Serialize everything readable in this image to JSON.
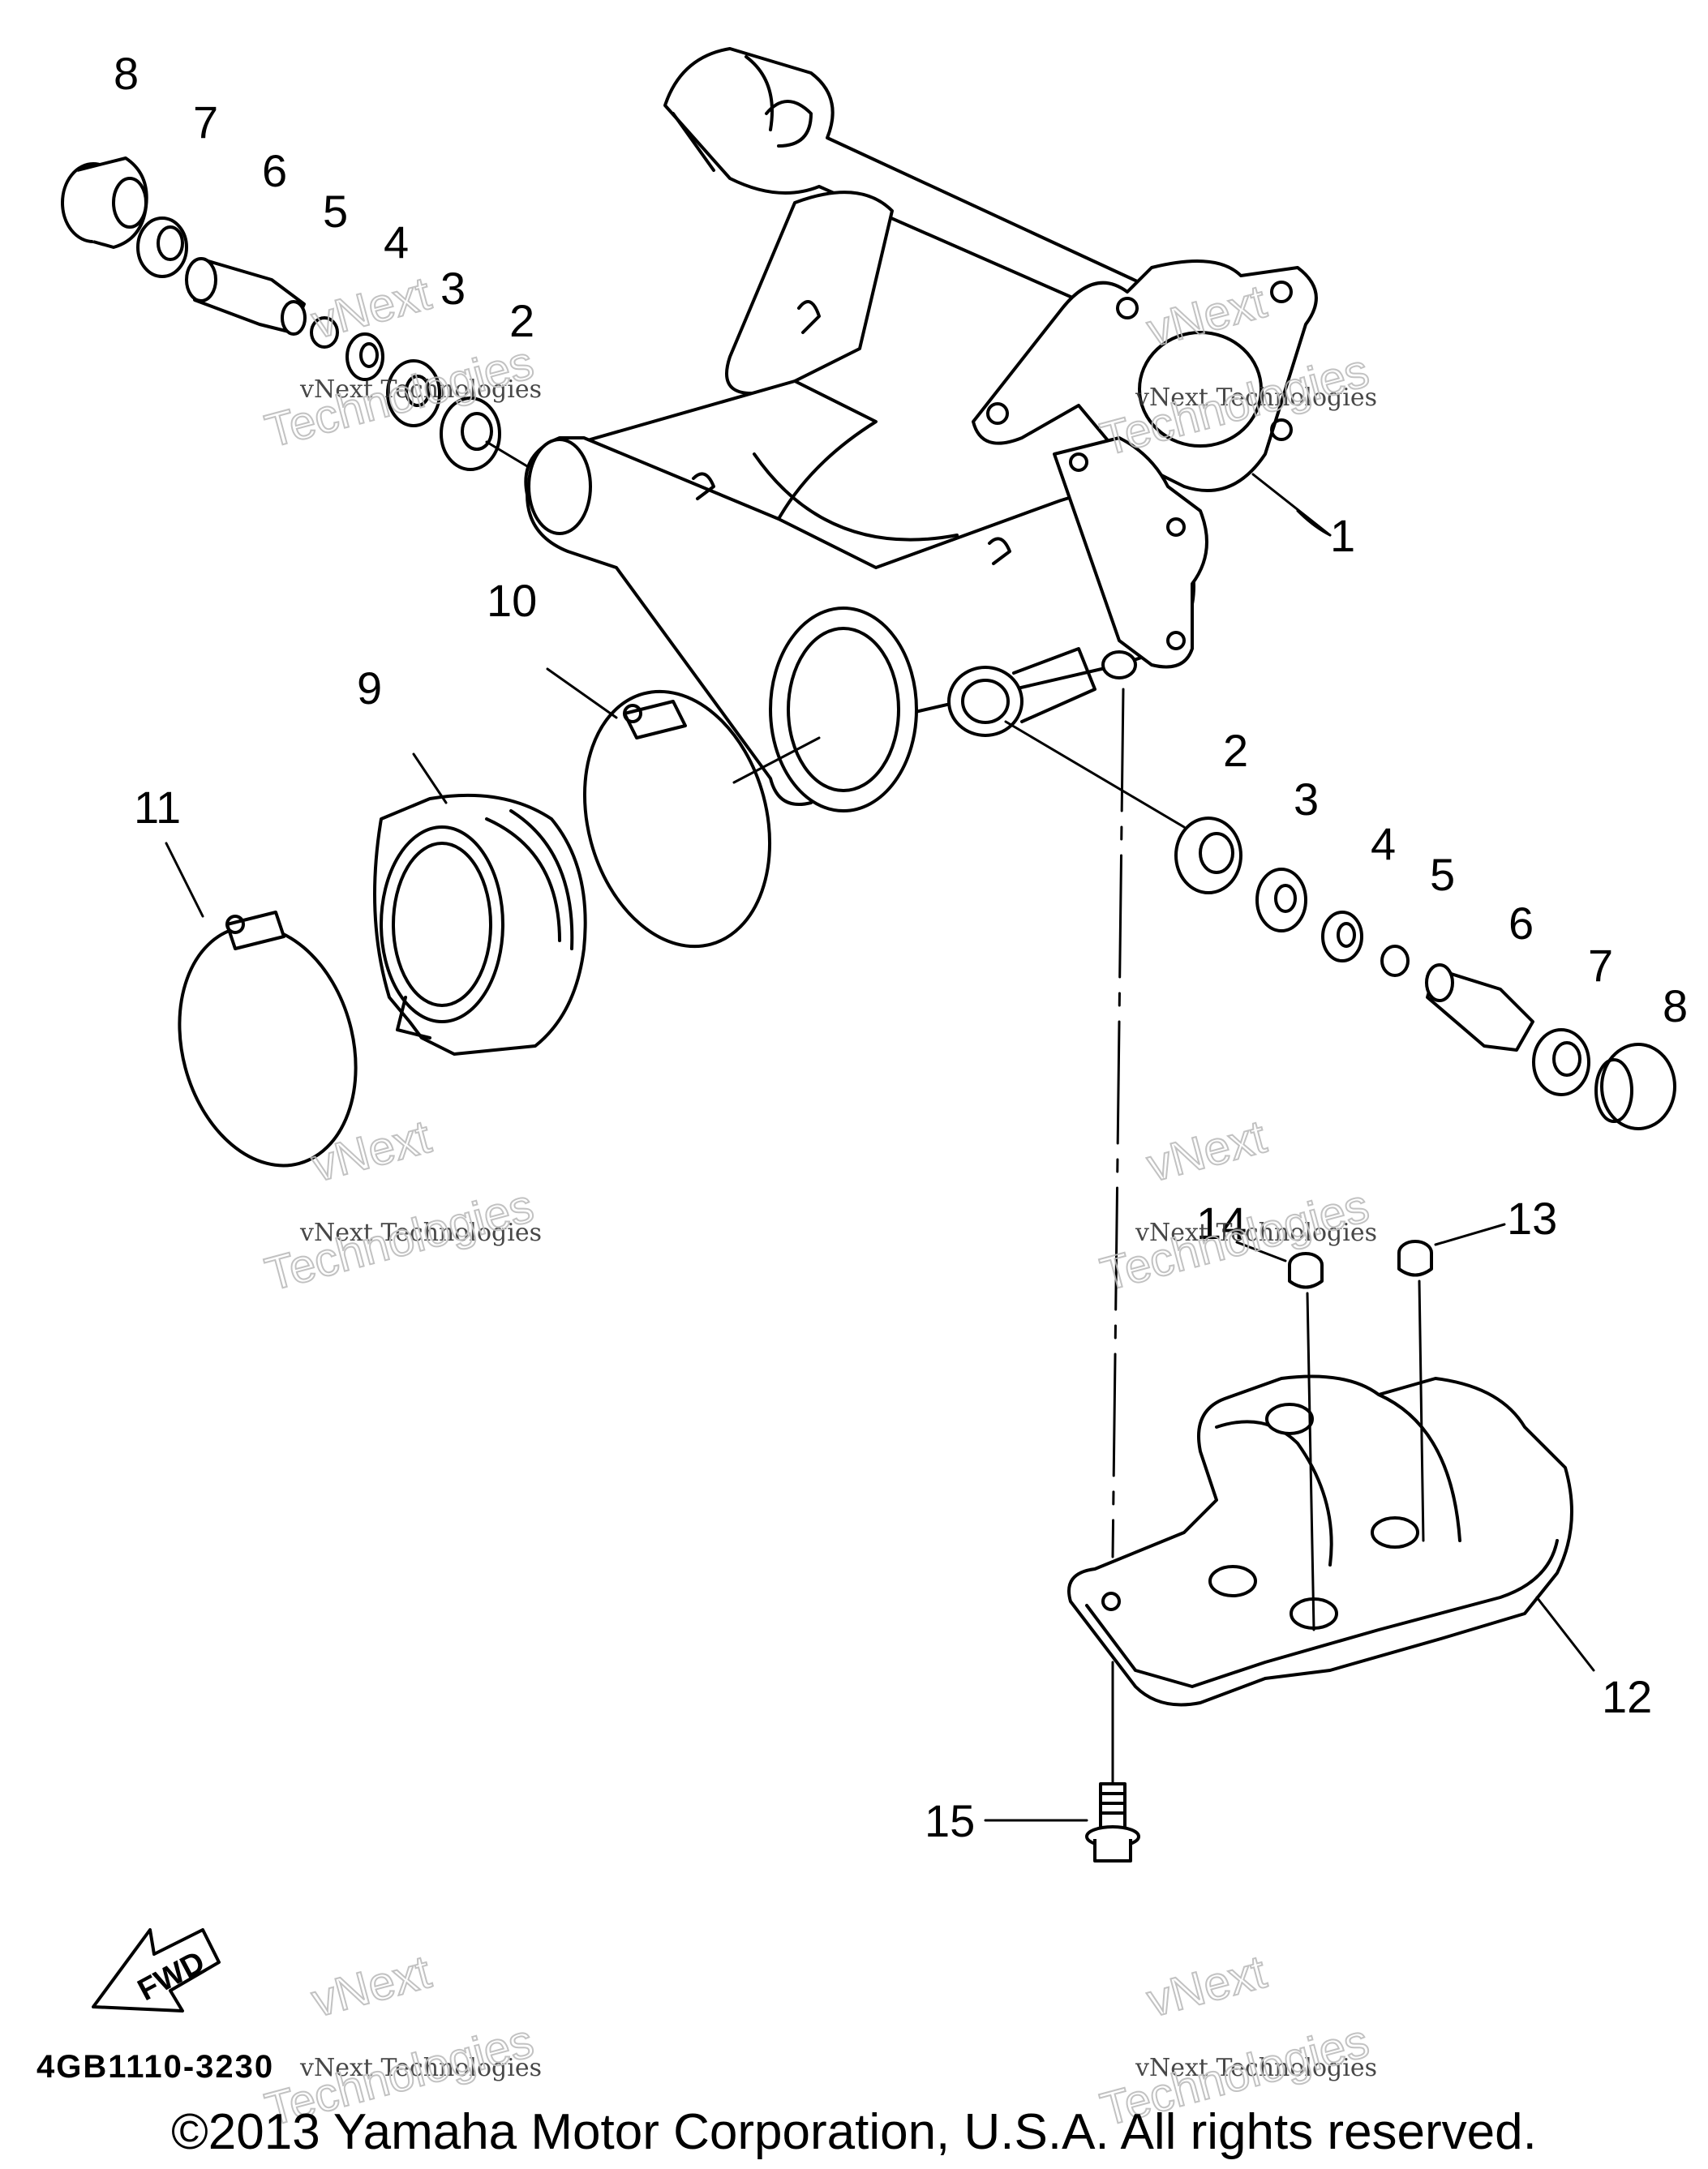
{
  "callouts": [
    "1",
    "2",
    "3",
    "4",
    "5",
    "6",
    "7",
    "8",
    "9",
    "10",
    "11",
    "12",
    "13",
    "14",
    "15"
  ],
  "diagram_code": "4GB1110-3230",
  "fwd_label": "FWD",
  "watermark_lines": [
    "vNext Technologies",
    "vNext",
    "Technologies"
  ],
  "copyright": "©2013 Yamaha Motor Corporation, U.S.A. All rights reserved."
}
